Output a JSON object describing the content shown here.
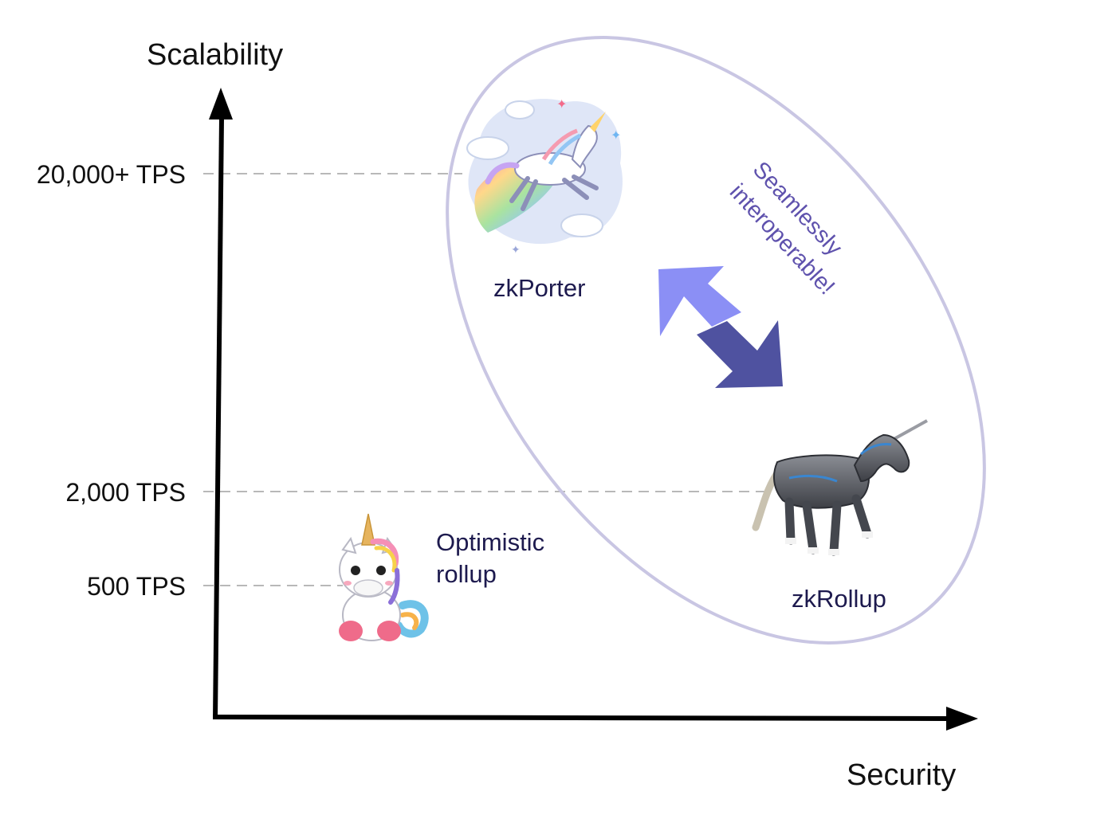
{
  "axes": {
    "y_title": "Scalability",
    "x_title": "Security"
  },
  "ticks": [
    {
      "label": "20,000+ TPS"
    },
    {
      "label": "2,000 TPS"
    },
    {
      "label": "500 TPS"
    }
  ],
  "systems": {
    "zkporter": {
      "label": "zkPorter",
      "icon": "rainbow-unicorn-icon"
    },
    "zkrollup": {
      "label": "zkRollup",
      "icon": "robot-unicorn-icon"
    },
    "optimistic": {
      "label_line1": "Optimistic",
      "label_line2": "rollup",
      "icon": "baby-unicorn-icon"
    }
  },
  "interop": {
    "line1": "Seamlessly",
    "line2": "interoperable!"
  },
  "colors": {
    "axis": "#000000",
    "guide": "#b8b8b8",
    "ellipse": "#c9c6e3",
    "arrow_light": "#8b8ff5",
    "arrow_dark": "#4f52a0",
    "interop_text": "#5f52ad",
    "label_text": "#1d1a4e"
  }
}
